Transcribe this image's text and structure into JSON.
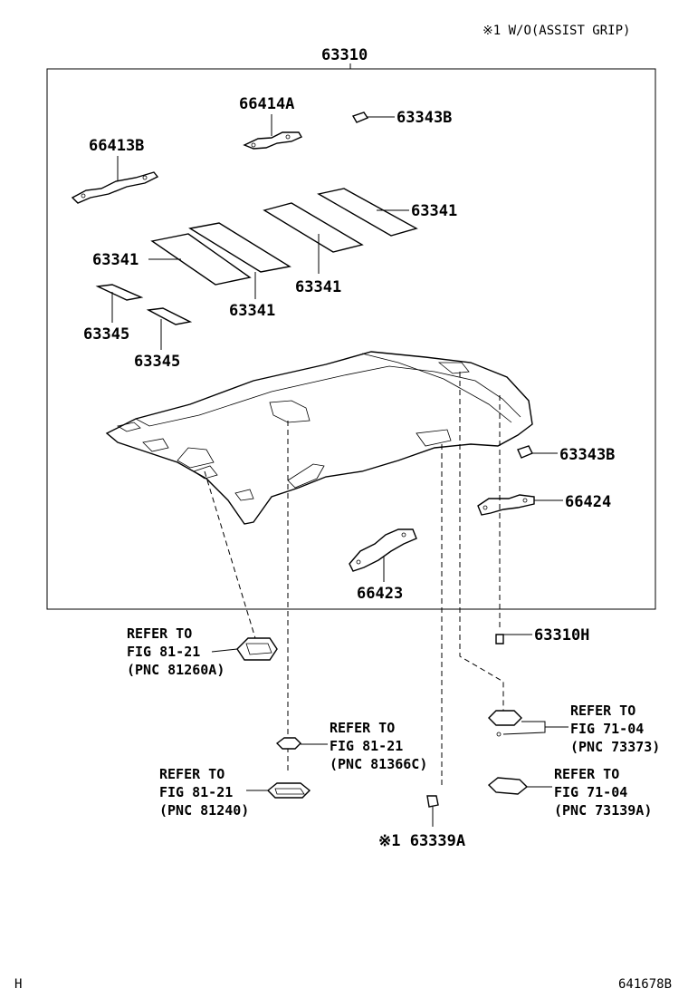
{
  "note": "※1  W/O(ASSIST GRIP)",
  "footer": {
    "left": "H",
    "right": "641678B"
  },
  "labels": {
    "assembly": "63310",
    "p66414A": "66414A",
    "p63343B_top": "63343B",
    "p66413B": "66413B",
    "p63341_a": "63341",
    "p63341_b": "63341",
    "p63341_c": "63341",
    "p63341_d": "63341",
    "p63345_a": "63345",
    "p63345_b": "63345",
    "p63343B_right": "63343B",
    "p66424": "66424",
    "p66423": "66423",
    "p63310H": "63310H",
    "p63339A": "※1 63339A"
  },
  "refs": {
    "r1": [
      "REFER TO",
      "FIG 81-21",
      "(PNC 81260A)"
    ],
    "r2": [
      "REFER TO",
      "FIG 81-21",
      "(PNC 81366C)"
    ],
    "r3": [
      "REFER TO",
      "FIG 81-21",
      "(PNC 81240)"
    ],
    "r4": [
      "REFER TO",
      "FIG 71-04",
      "(PNC 73373)"
    ],
    "r5": [
      "REFER TO",
      "FIG 71-04",
      "(PNC 73139A)"
    ]
  }
}
